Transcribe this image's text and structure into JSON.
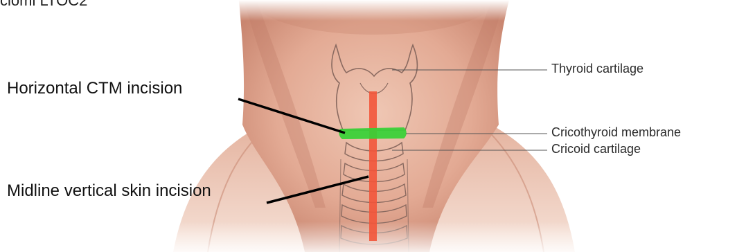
{
  "figure": {
    "top_caption": "ciomi LTOC2",
    "labels": {
      "horizontal_incision": "Horizontal CTM incision",
      "midline_incision": "Midline vertical skin incision",
      "thyroid_cartilage": "Thyroid cartilage",
      "cricothyroid_membrane": "Cricothyroid membrane",
      "cricoid_cartilage": "Cricoid cartilage"
    },
    "colors": {
      "skin_light": "#f3d3c2",
      "skin_mid": "#dea48f",
      "skin_shadow": "#b9745f",
      "cartilage_outline": "#8a6a60",
      "membrane_green": "#35d135",
      "midline_red": "#f2553a",
      "pointer_line": "#000000",
      "leader_line": "#555555"
    }
  }
}
